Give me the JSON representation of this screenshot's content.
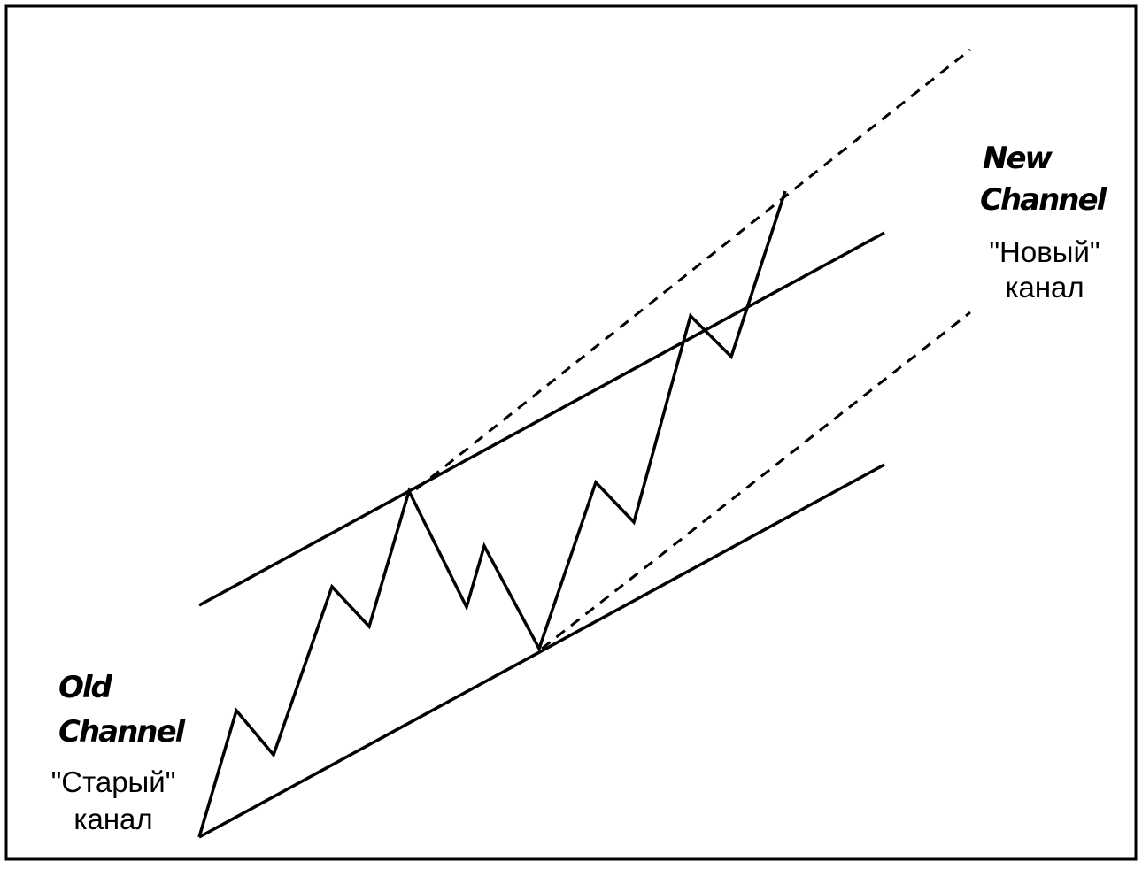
{
  "labels": {
    "old_channel": {
      "line1": "Old",
      "line2": "Channel",
      "ru_line1": "\"Старый\"",
      "ru_line2": "канал"
    },
    "new_channel": {
      "line1": "New",
      "line2": "Channel",
      "ru_line1": "\"Новый\"",
      "ru_line2": "канал"
    }
  },
  "colors": {
    "stroke": "#000000",
    "background": "#ffffff"
  }
}
